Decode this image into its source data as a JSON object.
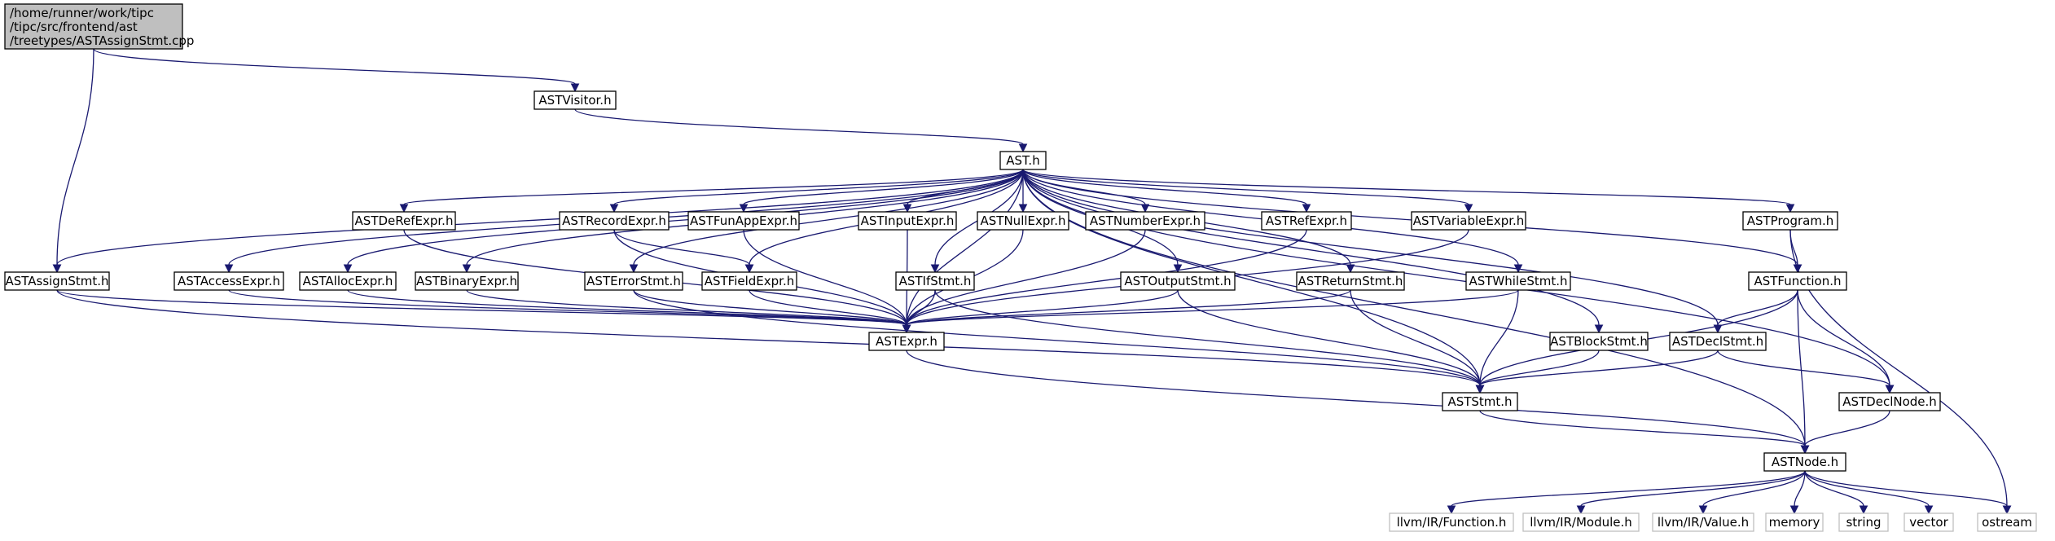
{
  "diagram": {
    "nodes": [
      {
        "id": "src",
        "lines": [
          "/home/runner/work/tipc",
          "/tipc/src/frontend/ast",
          "/treetypes/ASTAssignStmt.cpp"
        ],
        "fill": "#bfbfbf",
        "stroke": "#000000"
      },
      {
        "id": "ASTVisitor",
        "lines": [
          "ASTVisitor.h"
        ],
        "fill": "#ffffff",
        "stroke": "#000000"
      },
      {
        "id": "AST",
        "lines": [
          "AST.h"
        ],
        "fill": "#ffffff",
        "stroke": "#000000"
      },
      {
        "id": "ASTDeRefExpr",
        "lines": [
          "ASTDeRefExpr.h"
        ],
        "fill": "#ffffff",
        "stroke": "#000000"
      },
      {
        "id": "ASTRecordExpr",
        "lines": [
          "ASTRecordExpr.h"
        ],
        "fill": "#ffffff",
        "stroke": "#000000"
      },
      {
        "id": "ASTFunAppExpr",
        "lines": [
          "ASTFunAppExpr.h"
        ],
        "fill": "#ffffff",
        "stroke": "#000000"
      },
      {
        "id": "ASTInputExpr",
        "lines": [
          "ASTInputExpr.h"
        ],
        "fill": "#ffffff",
        "stroke": "#000000"
      },
      {
        "id": "ASTNullExpr",
        "lines": [
          "ASTNullExpr.h"
        ],
        "fill": "#ffffff",
        "stroke": "#000000"
      },
      {
        "id": "ASTNumberExpr",
        "lines": [
          "ASTNumberExpr.h"
        ],
        "fill": "#ffffff",
        "stroke": "#000000"
      },
      {
        "id": "ASTRefExpr",
        "lines": [
          "ASTRefExpr.h"
        ],
        "fill": "#ffffff",
        "stroke": "#000000"
      },
      {
        "id": "ASTVariableExpr",
        "lines": [
          "ASTVariableExpr.h"
        ],
        "fill": "#ffffff",
        "stroke": "#000000"
      },
      {
        "id": "ASTProgram",
        "lines": [
          "ASTProgram.h"
        ],
        "fill": "#ffffff",
        "stroke": "#000000"
      },
      {
        "id": "ASTAssignStmt",
        "lines": [
          "ASTAssignStmt.h"
        ],
        "fill": "#ffffff",
        "stroke": "#000000"
      },
      {
        "id": "ASTAccessExpr",
        "lines": [
          "ASTAccessExpr.h"
        ],
        "fill": "#ffffff",
        "stroke": "#000000"
      },
      {
        "id": "ASTAllocExpr",
        "lines": [
          "ASTAllocExpr.h"
        ],
        "fill": "#ffffff",
        "stroke": "#000000"
      },
      {
        "id": "ASTBinaryExpr",
        "lines": [
          "ASTBinaryExpr.h"
        ],
        "fill": "#ffffff",
        "stroke": "#000000"
      },
      {
        "id": "ASTErrorStmt",
        "lines": [
          "ASTErrorStmt.h"
        ],
        "fill": "#ffffff",
        "stroke": "#000000"
      },
      {
        "id": "ASTFieldExpr",
        "lines": [
          "ASTFieldExpr.h"
        ],
        "fill": "#ffffff",
        "stroke": "#000000"
      },
      {
        "id": "ASTIfStmt",
        "lines": [
          "ASTIfStmt.h"
        ],
        "fill": "#ffffff",
        "stroke": "#000000"
      },
      {
        "id": "ASTOutputStmt",
        "lines": [
          "ASTOutputStmt.h"
        ],
        "fill": "#ffffff",
        "stroke": "#000000"
      },
      {
        "id": "ASTReturnStmt",
        "lines": [
          "ASTReturnStmt.h"
        ],
        "fill": "#ffffff",
        "stroke": "#000000"
      },
      {
        "id": "ASTWhileStmt",
        "lines": [
          "ASTWhileStmt.h"
        ],
        "fill": "#ffffff",
        "stroke": "#000000"
      },
      {
        "id": "ASTFunction",
        "lines": [
          "ASTFunction.h"
        ],
        "fill": "#ffffff",
        "stroke": "#000000"
      },
      {
        "id": "ASTExpr",
        "lines": [
          "ASTExpr.h"
        ],
        "fill": "#ffffff",
        "stroke": "#000000"
      },
      {
        "id": "ASTBlockStmt",
        "lines": [
          "ASTBlockStmt.h"
        ],
        "fill": "#ffffff",
        "stroke": "#000000"
      },
      {
        "id": "ASTDeclStmt",
        "lines": [
          "ASTDeclStmt.h"
        ],
        "fill": "#ffffff",
        "stroke": "#000000"
      },
      {
        "id": "ASTStmt",
        "lines": [
          "ASTStmt.h"
        ],
        "fill": "#ffffff",
        "stroke": "#000000"
      },
      {
        "id": "ASTDeclNode",
        "lines": [
          "ASTDeclNode.h"
        ],
        "fill": "#ffffff",
        "stroke": "#000000"
      },
      {
        "id": "ASTNode",
        "lines": [
          "ASTNode.h"
        ],
        "fill": "#ffffff",
        "stroke": "#000000"
      },
      {
        "id": "llvmFunction",
        "lines": [
          "llvm/IR/Function.h"
        ],
        "fill": "#ffffff",
        "stroke": "#bfbfbf"
      },
      {
        "id": "llvmModule",
        "lines": [
          "llvm/IR/Module.h"
        ],
        "fill": "#ffffff",
        "stroke": "#bfbfbf"
      },
      {
        "id": "llvmValue",
        "lines": [
          "llvm/IR/Value.h"
        ],
        "fill": "#ffffff",
        "stroke": "#bfbfbf"
      },
      {
        "id": "memory",
        "lines": [
          "memory"
        ],
        "fill": "#ffffff",
        "stroke": "#bfbfbf"
      },
      {
        "id": "string",
        "lines": [
          "string"
        ],
        "fill": "#ffffff",
        "stroke": "#bfbfbf"
      },
      {
        "id": "vector",
        "lines": [
          "vector"
        ],
        "fill": "#ffffff",
        "stroke": "#bfbfbf"
      },
      {
        "id": "ostream",
        "lines": [
          "ostream"
        ],
        "fill": "#ffffff",
        "stroke": "#bfbfbf"
      }
    ],
    "edges": [
      [
        "src",
        "ASTVisitor"
      ],
      [
        "src",
        "ASTAssignStmt"
      ],
      [
        "ASTVisitor",
        "AST"
      ],
      [
        "AST",
        "ASTDeRefExpr"
      ],
      [
        "AST",
        "ASTRecordExpr"
      ],
      [
        "AST",
        "ASTFunAppExpr"
      ],
      [
        "AST",
        "ASTInputExpr"
      ],
      [
        "AST",
        "ASTNullExpr"
      ],
      [
        "AST",
        "ASTNumberExpr"
      ],
      [
        "AST",
        "ASTRefExpr"
      ],
      [
        "AST",
        "ASTVariableExpr"
      ],
      [
        "AST",
        "ASTProgram"
      ],
      [
        "AST",
        "ASTAssignStmt"
      ],
      [
        "AST",
        "ASTAccessExpr"
      ],
      [
        "AST",
        "ASTAllocExpr"
      ],
      [
        "AST",
        "ASTBinaryExpr"
      ],
      [
        "AST",
        "ASTErrorStmt"
      ],
      [
        "AST",
        "ASTFieldExpr"
      ],
      [
        "AST",
        "ASTIfStmt"
      ],
      [
        "AST",
        "ASTOutputStmt"
      ],
      [
        "AST",
        "ASTReturnStmt"
      ],
      [
        "AST",
        "ASTWhileStmt"
      ],
      [
        "AST",
        "ASTFunction"
      ],
      [
        "AST",
        "ASTExpr"
      ],
      [
        "AST",
        "ASTBlockStmt"
      ],
      [
        "AST",
        "ASTDeclStmt"
      ],
      [
        "AST",
        "ASTStmt"
      ],
      [
        "AST",
        "ASTDeclNode"
      ],
      [
        "AST",
        "ASTNode"
      ],
      [
        "ASTProgram",
        "ASTFunction"
      ],
      [
        "ASTProgram",
        "ostream"
      ],
      [
        "ASTRecordExpr",
        "ASTFieldExpr"
      ],
      [
        "ASTRecordExpr",
        "ASTExpr"
      ],
      [
        "ASTDeRefExpr",
        "ASTExpr"
      ],
      [
        "ASTFunAppExpr",
        "ASTExpr"
      ],
      [
        "ASTInputExpr",
        "ASTExpr"
      ],
      [
        "ASTNullExpr",
        "ASTExpr"
      ],
      [
        "ASTNumberExpr",
        "ASTExpr"
      ],
      [
        "ASTRefExpr",
        "ASTExpr"
      ],
      [
        "ASTVariableExpr",
        "ASTExpr"
      ],
      [
        "ASTAssignStmt",
        "ASTExpr"
      ],
      [
        "ASTAssignStmt",
        "ASTStmt"
      ],
      [
        "ASTAccessExpr",
        "ASTExpr"
      ],
      [
        "ASTAllocExpr",
        "ASTExpr"
      ],
      [
        "ASTBinaryExpr",
        "ASTExpr"
      ],
      [
        "ASTErrorStmt",
        "ASTExpr"
      ],
      [
        "ASTErrorStmt",
        "ASTStmt"
      ],
      [
        "ASTFieldExpr",
        "ASTExpr"
      ],
      [
        "ASTIfStmt",
        "ASTExpr"
      ],
      [
        "ASTIfStmt",
        "ASTStmt"
      ],
      [
        "ASTOutputStmt",
        "ASTExpr"
      ],
      [
        "ASTOutputStmt",
        "ASTStmt"
      ],
      [
        "ASTReturnStmt",
        "ASTExpr"
      ],
      [
        "ASTReturnStmt",
        "ASTStmt"
      ],
      [
        "ASTWhileStmt",
        "ASTExpr"
      ],
      [
        "ASTWhileStmt",
        "ASTStmt"
      ],
      [
        "ASTFunction",
        "ASTDeclStmt"
      ],
      [
        "ASTFunction",
        "ASTStmt"
      ],
      [
        "ASTFunction",
        "ASTDeclNode"
      ],
      [
        "ASTFunction",
        "ASTNode"
      ],
      [
        "ASTExpr",
        "ASTNode"
      ],
      [
        "ASTBlockStmt",
        "ASTStmt"
      ],
      [
        "ASTDeclStmt",
        "ASTStmt"
      ],
      [
        "ASTDeclStmt",
        "ASTDeclNode"
      ],
      [
        "ASTStmt",
        "ASTNode"
      ],
      [
        "ASTDeclNode",
        "ASTNode"
      ],
      [
        "ASTNode",
        "llvmFunction"
      ],
      [
        "ASTNode",
        "llvmModule"
      ],
      [
        "ASTNode",
        "llvmValue"
      ],
      [
        "ASTNode",
        "memory"
      ],
      [
        "ASTNode",
        "string"
      ],
      [
        "ASTNode",
        "vector"
      ],
      [
        "ASTNode",
        "ostream"
      ]
    ]
  }
}
